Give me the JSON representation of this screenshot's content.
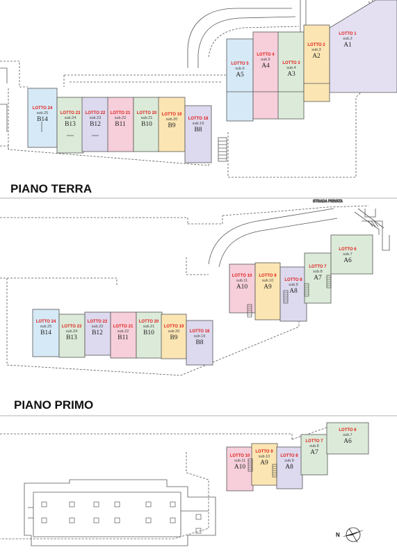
{
  "colors": {
    "blue": "#d6e9f6",
    "pink": "#f6cfdb",
    "green": "#dcebd9",
    "yellow": "#fbe5b3",
    "lilac": "#ddd9ee",
    "violet": "#e4e0f2",
    "lotto_red": "#e0201c"
  },
  "headings": {
    "ground": "PIANO TERRA",
    "first": "PIANO PRIMO"
  },
  "road_label": "STRADA PRIVATA",
  "compass_label": "N",
  "terra_units": [
    {
      "lotto": "LOTTO 24",
      "sub": "sub.25",
      "code": "B14",
      "color": "blue"
    },
    {
      "lotto": "LOTTO 23",
      "sub": "sub.24",
      "code": "B13",
      "color": "green"
    },
    {
      "lotto": "LOTTO 22",
      "sub": "sub.23",
      "code": "B12",
      "color": "lilac"
    },
    {
      "lotto": "LOTTO 21",
      "sub": "sub.22",
      "code": "B11",
      "color": "pink"
    },
    {
      "lotto": "LOTTO 20",
      "sub": "sub.21",
      "code": "B10",
      "color": "green"
    },
    {
      "lotto": "LOTTO 19",
      "sub": "sub.20",
      "code": "B9",
      "color": "yellow"
    },
    {
      "lotto": "LOTTO 18",
      "sub": "sub.19",
      "code": "B8",
      "color": "lilac"
    },
    {
      "lotto": "LOTTO 5",
      "sub": "sub.6",
      "code": "A5",
      "color": "blue"
    },
    {
      "lotto": "LOTTO 4",
      "sub": "sub.5",
      "code": "A4",
      "color": "pink"
    },
    {
      "lotto": "LOTTO 3",
      "sub": "sub.4",
      "code": "A3",
      "color": "green"
    },
    {
      "lotto": "LOTTO 2",
      "sub": "sub.3",
      "code": "A2",
      "color": "yellow"
    },
    {
      "lotto": "LOTTO 1",
      "sub": "sub.2",
      "code": "A1",
      "color": "violet"
    }
  ],
  "primo_units": [
    {
      "lotto": "LOTTO 24",
      "sub": "sub.25",
      "code": "B14",
      "color": "blue"
    },
    {
      "lotto": "LOTTO 23",
      "sub": "sub.24",
      "code": "B13",
      "color": "green"
    },
    {
      "lotto": "LOTTO 22",
      "sub": "sub.23",
      "code": "B12",
      "color": "lilac"
    },
    {
      "lotto": "LOTTO 21",
      "sub": "sub.22",
      "code": "B11",
      "color": "pink"
    },
    {
      "lotto": "LOTTO 20",
      "sub": "sub.21",
      "code": "B10",
      "color": "green"
    },
    {
      "lotto": "LOTTO 19",
      "sub": "sub.20",
      "code": "B9",
      "color": "yellow"
    },
    {
      "lotto": "LOTTO 18",
      "sub": "sub.19",
      "code": "B8",
      "color": "lilac"
    },
    {
      "lotto": "LOTTO 10",
      "sub": "sub.11",
      "code": "A10",
      "color": "pink"
    },
    {
      "lotto": "LOTTO 9",
      "sub": "sub.10",
      "code": "A9",
      "color": "yellow"
    },
    {
      "lotto": "LOTTO 8",
      "sub": "sub.9",
      "code": "A8",
      "color": "lilac"
    },
    {
      "lotto": "LOTTO 7",
      "sub": "sub.8",
      "code": "A7",
      "color": "green"
    },
    {
      "lotto": "LOTTO 6",
      "sub": "sub.7",
      "code": "A6",
      "color": "green"
    }
  ],
  "upper_units": [
    {
      "lotto": "LOTTO 10",
      "sub": "sub.11",
      "code": "A10",
      "color": "pink"
    },
    {
      "lotto": "LOTTO 9",
      "sub": "sub.10",
      "code": "A9",
      "color": "yellow"
    },
    {
      "lotto": "LOTTO 8",
      "sub": "sub.9",
      "code": "A8",
      "color": "lilac"
    },
    {
      "lotto": "LOTTO 7",
      "sub": "sub.8",
      "code": "A7",
      "color": "green"
    },
    {
      "lotto": "LOTTO 6",
      "sub": "sub.7",
      "code": "A6",
      "color": "green"
    }
  ]
}
